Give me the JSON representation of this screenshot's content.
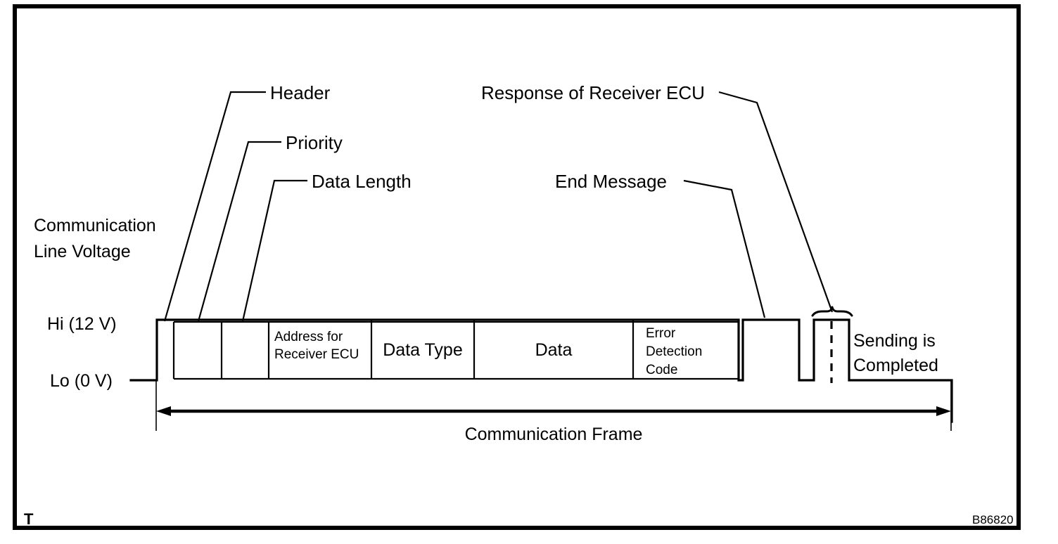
{
  "figure": {
    "corner_mark": "T",
    "figure_code": "B86820",
    "axis": {
      "y_label_line1": "Communication",
      "y_label_line2": "Line Voltage",
      "hi_label": "Hi (12 V)",
      "lo_label": "Lo (0 V)"
    },
    "callouts": [
      {
        "id": "header",
        "label": "Header"
      },
      {
        "id": "priority",
        "label": "Priority"
      },
      {
        "id": "data-length",
        "label": "Data Length"
      },
      {
        "id": "end-message",
        "label": "End Message"
      },
      {
        "id": "response-of-receiver-ecu",
        "label": "Response of Receiver ECU"
      }
    ],
    "frame_cells": [
      {
        "id": "header-cell",
        "label": ""
      },
      {
        "id": "priority-cell",
        "label": ""
      },
      {
        "id": "data-length-cell",
        "label": ""
      },
      {
        "id": "address-cell",
        "label_line1": "Address for",
        "label_line2": "Receiver ECU"
      },
      {
        "id": "data-type-cell",
        "label": "Data Type"
      },
      {
        "id": "data-cell",
        "label": "Data"
      },
      {
        "id": "error-detection-cell",
        "label_line1": "Error",
        "label_line2": "Detection",
        "label_line3": "Code"
      }
    ],
    "annotations": {
      "sending_completed_line1": "Sending is",
      "sending_completed_line2": "Completed"
    },
    "dimension": {
      "label": "Communication Frame"
    },
    "colors": {
      "stroke": "#000000",
      "background": "#ffffff"
    }
  },
  "chart_data": {
    "type": "line",
    "title": "Communication Frame",
    "xlabel": "",
    "ylabel": "Communication Line Voltage",
    "ytick_labels": [
      "Lo (0 V)",
      "Hi (12 V)"
    ],
    "ytick_values": [
      0,
      12
    ],
    "ylim": [
      0,
      12
    ],
    "grid": false,
    "legend": null,
    "series": [
      {
        "name": "Communication Line Voltage",
        "description": "Square-wave signal: message frame pulse at Hi, idle gap at Lo, End Message pulse at Hi, gap, then narrow Response of Receiver ECU pulse at Hi, then Lo.",
        "segments": [
          {
            "name": "Header",
            "level": "Hi (12 V)"
          },
          {
            "name": "Priority",
            "level": "Hi (12 V)"
          },
          {
            "name": "Data Length",
            "level": "Hi (12 V)"
          },
          {
            "name": "Address for Receiver ECU",
            "level": "Hi (12 V)"
          },
          {
            "name": "Data Type",
            "level": "Hi (12 V)"
          },
          {
            "name": "Data",
            "level": "Hi (12 V)"
          },
          {
            "name": "Error Detection Code",
            "level": "Hi (12 V)"
          },
          {
            "name": "gap",
            "level": "Lo (0 V)"
          },
          {
            "name": "End Message",
            "level": "Hi (12 V)"
          },
          {
            "name": "gap",
            "level": "Lo (0 V)"
          },
          {
            "name": "Response of Receiver ECU",
            "level": "Hi (12 V)"
          },
          {
            "name": "Sending is Completed",
            "level": "Lo (0 V)"
          }
        ]
      }
    ],
    "annotations": [
      "Header",
      "Priority",
      "Data Length",
      "End Message",
      "Response of Receiver ECU",
      "Sending is Completed",
      "Communication Frame"
    ]
  }
}
